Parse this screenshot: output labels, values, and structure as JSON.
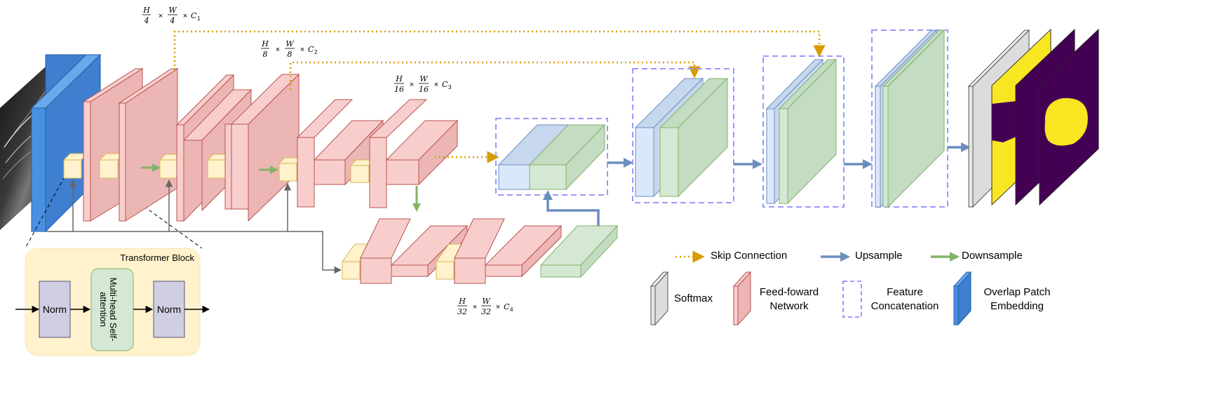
{
  "dimension_labels": {
    "c1": {
      "num_h": "H",
      "den_h": "4",
      "num_w": "W",
      "den_w": "4",
      "times": "×",
      "channel": "C",
      "sub": "1"
    },
    "c2": {
      "num_h": "H",
      "den_h": "8",
      "num_w": "W",
      "den_w": "8",
      "times": "×",
      "channel": "C",
      "sub": "2"
    },
    "c3": {
      "num_h": "H",
      "den_h": "16",
      "num_w": "W",
      "den_w": "16",
      "times": "×",
      "channel": "C",
      "sub": "3"
    },
    "c4": {
      "num_h": "H",
      "den_h": "32",
      "num_w": "W",
      "den_w": "32",
      "times": "×",
      "channel": "C",
      "sub": "4"
    }
  },
  "transformer_block": {
    "title": "Transformer Block",
    "norm1": "Norm",
    "attention_line1": "Multi-head Self-",
    "attention_line2": "attention",
    "norm2": "Norm"
  },
  "legend": {
    "skip_connection": "Skip Connection",
    "upsample": "Upsample",
    "downsample": "Downsample",
    "softmax": "Softmax",
    "ffn_line1": "Feed-foward",
    "ffn_line2": "Network",
    "concat_line1": "Feature",
    "concat_line2": "Concatenation",
    "patch_line1": "Overlap Patch",
    "patch_line2": "Embedding"
  },
  "colors": {
    "ffn_fill": "#f8cecc",
    "ffn_stroke": "#b85450",
    "patch_fill": "#4a90e2",
    "patch_stroke": "#1f5fa8",
    "token_fill": "#fff2cc",
    "token_stroke": "#d6b656",
    "blue_block_fill": "#dae8fc",
    "blue_block_stroke": "#6c8ebf",
    "green_block_fill": "#d5e8d4",
    "green_block_stroke": "#82b366",
    "softmax_fill": "#e6e6e6",
    "skip_arrow": "#d79b00",
    "upsample_arrow": "#6c8ebf",
    "downsample_arrow": "#82b366",
    "concat_border": "#9999ff",
    "transformer_bg": "#fff2cc",
    "norm_fill": "#d0cee2",
    "attention_fill": "#d5e8d4",
    "mask_yellow": "#f9e622",
    "mask_purple": "#440154"
  }
}
